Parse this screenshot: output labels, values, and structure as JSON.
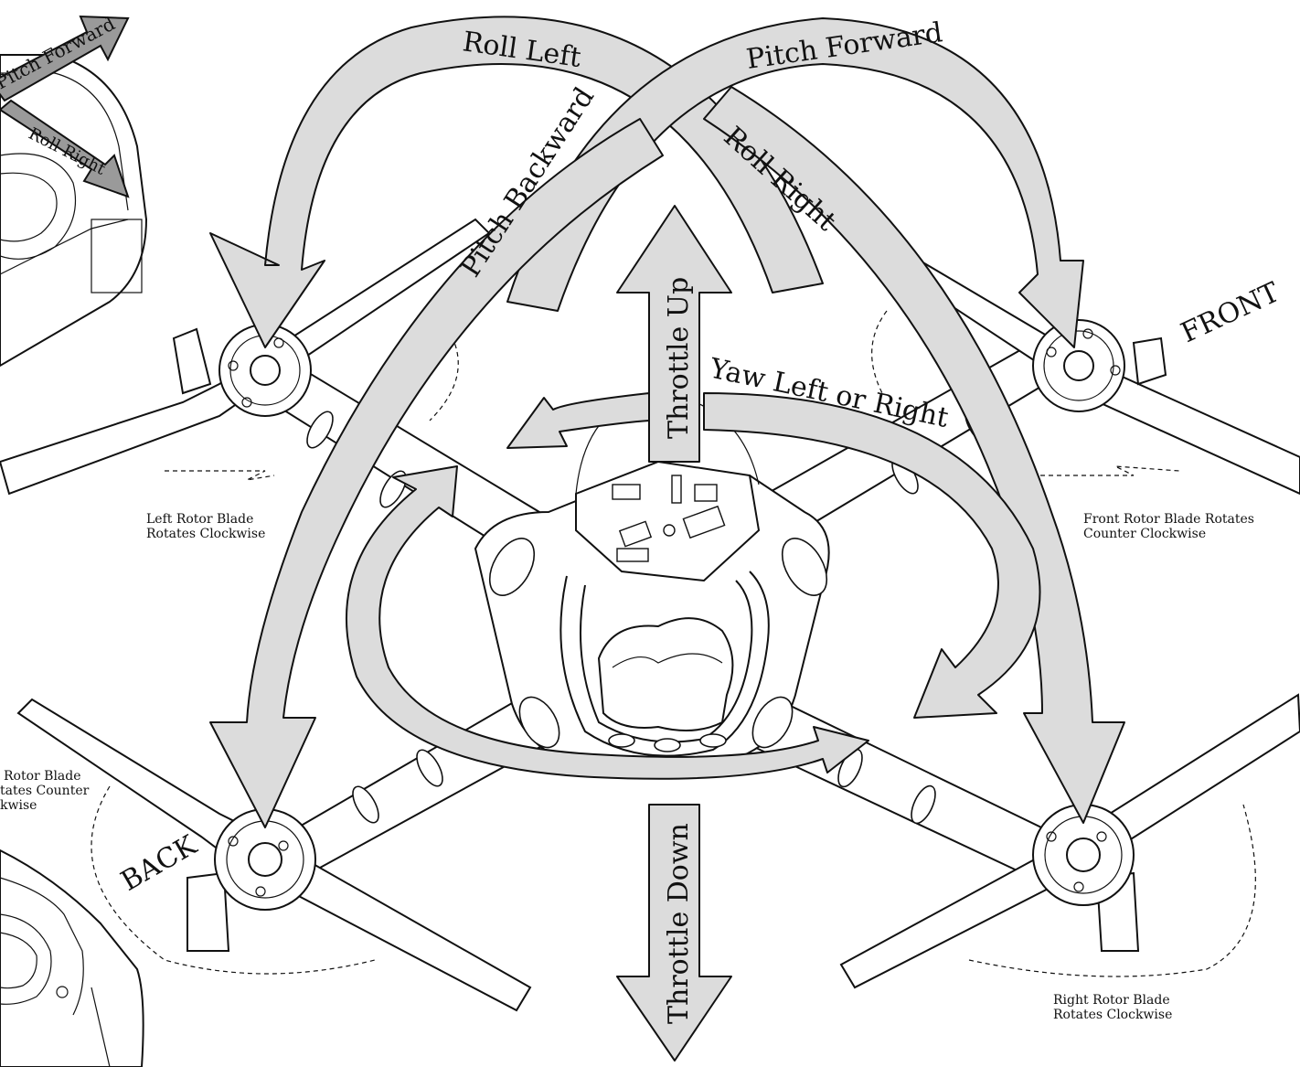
{
  "labels": {
    "roll_left": "Roll Left",
    "pitch_forward": "Pitch Forward",
    "pitch_backward": "Pitch Backward",
    "roll_right": "Roll Right",
    "throttle_up": "Throttle Up",
    "throttle_down": "Throttle Down",
    "yaw": "Yaw Left or Right",
    "front": "FRONT",
    "back": "BACK",
    "remote_pitch_forward": "Pitch Forward",
    "remote_roll_right": "Roll Right"
  },
  "rotors": {
    "left_line1": "Left Rotor Blade",
    "left_line2": "Rotates Clockwise",
    "front_line1": "Front Rotor Blade Rotates",
    "front_line2": "Counter Clockwise",
    "back_line1": "Rotor Blade",
    "back_line2": "tates Counter",
    "back_line3": "kwise",
    "right_line1": "Right Rotor Blade",
    "right_line2": "Rotates Clockwise"
  }
}
